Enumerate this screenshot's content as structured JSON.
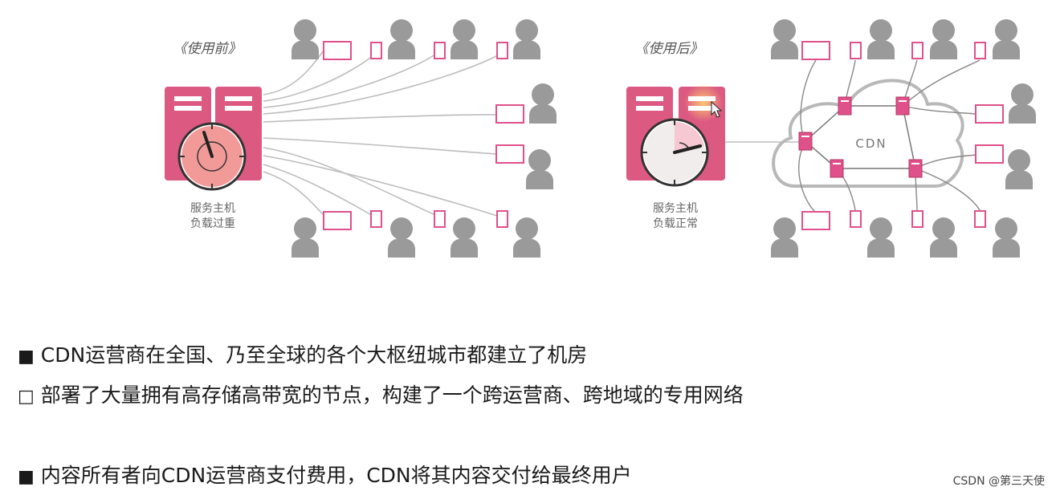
{
  "diagram": {
    "before_title": "《使用前》",
    "after_title": "《使用后》",
    "before_server_caption_1": "服务主机",
    "before_server_caption_2": "负载过重",
    "after_server_caption_1": "服务主机",
    "after_server_caption_2": "负载正常",
    "cloud_label": "CDN",
    "colors": {
      "server": "#dc5a82",
      "server_dark": "#c24a70",
      "gauge_before": "#f29a98",
      "gauge_after": "#f1eded",
      "person": "#9a9a9a",
      "device": "#e0508a",
      "line": "#bdbdbd",
      "cloud": "#b8b8b8"
    }
  },
  "bullets": [
    {
      "marker": "■",
      "text": "CDN运营商在全国、乃至全球的各个大枢纽城市都建立了机房"
    },
    {
      "marker": "□",
      "text": "部署了大量拥有高存储高带宽的节点，构建了一个跨运营商、跨地域的专用网络"
    },
    {
      "marker": "■",
      "text": "内容所有者向CDN运营商支付费用，CDN将其内容交付给最终用户"
    }
  ],
  "watermark": "CSDN @第三天使"
}
